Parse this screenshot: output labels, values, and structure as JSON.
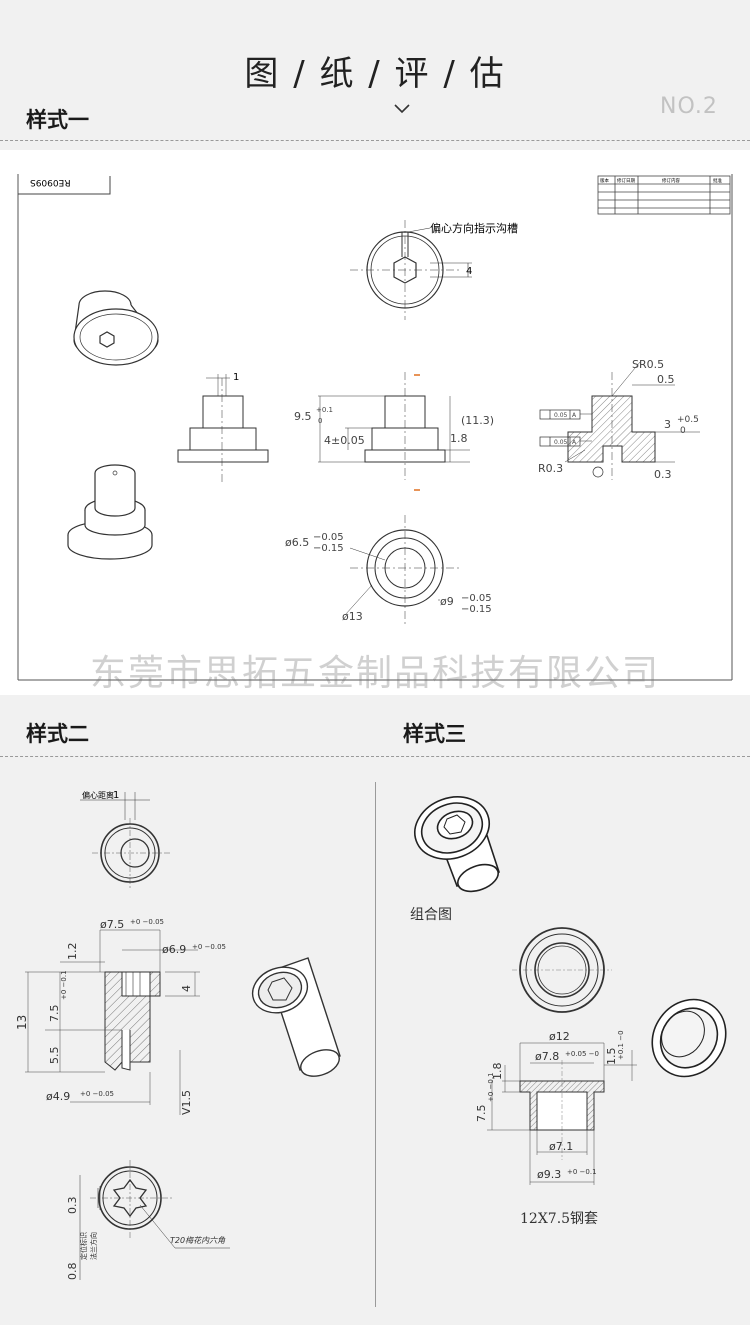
{
  "header": {
    "title": "图 / 纸 / 评 / 估",
    "section1": "样式一",
    "page_no": "NO.2"
  },
  "style1": {
    "part_no": "RE0909S",
    "groove_note": "偏心方向指示沟槽",
    "dim_ecc": "1",
    "dim_h1": "9.5",
    "dim_h1_tol_up": "+0.1",
    "dim_h1_tol_low": "0",
    "dim_h2": "4±0.05",
    "dim_total": "(11.3)",
    "dim_flange": "1.8",
    "dim_hex": "4",
    "dim_inner_d": "ø6.5",
    "dim_inner_d_tol_up": "−0.05",
    "dim_inner_d_tol_low": "−0.15",
    "dim_outer_d": "ø13",
    "dim_mid_d": "ø9",
    "dim_mid_d_tol_up": "−0.05",
    "dim_mid_d_tol_low": "−0.15",
    "sr": "SR0.5",
    "r03": "R0.3",
    "d05": "0.5",
    "d03": "0.3",
    "d3": "3",
    "d3_tol_up": "+0.5",
    "d3_tol_low": "0",
    "gdt1": "0.05",
    "gdt2": "0.05",
    "datum": "A",
    "revision_headers": [
      "版本",
      "修订日期",
      "修订内容",
      "批准"
    ]
  },
  "watermark": "东莞市思拓五金制品科技有限公司",
  "style2": {
    "label": "样式二",
    "ecc_note": "偏心距离",
    "ecc_val": "1",
    "d_top": "ø7.5",
    "d_top_tol": "+0 −0.05",
    "d_mid": "ø6.9",
    "d_mid_tol": "+0 −0.05",
    "h_12": "1.2",
    "h_75": "7.5",
    "h_75_tol": "+0 −0.1",
    "h_13": "13",
    "h_55": "5.5",
    "h_4": "4",
    "d_bot": "ø4.9",
    "d_bot_tol": "+0 −0.05",
    "v15": "V1.5",
    "dim_08": "0.8",
    "dim_03": "0.3",
    "torx_note": "T20梅花内六角",
    "side_note": "定位标识",
    "side_note2": "法兰方向"
  },
  "style3": {
    "label": "样式三",
    "assembly": "组合图",
    "d12": "ø12",
    "d78": "ø7.8",
    "d78_tol": "+0.05 −0",
    "h15": "1.5",
    "h15_tol": "+0.1 −0",
    "h18": "1.8",
    "h75": "7.5",
    "h75_tol": "+0 −0.1",
    "d71": "ø7.1",
    "d93": "ø9.3",
    "d93_tol": "+0 −0.1",
    "caption": "12X7.5钢套"
  }
}
